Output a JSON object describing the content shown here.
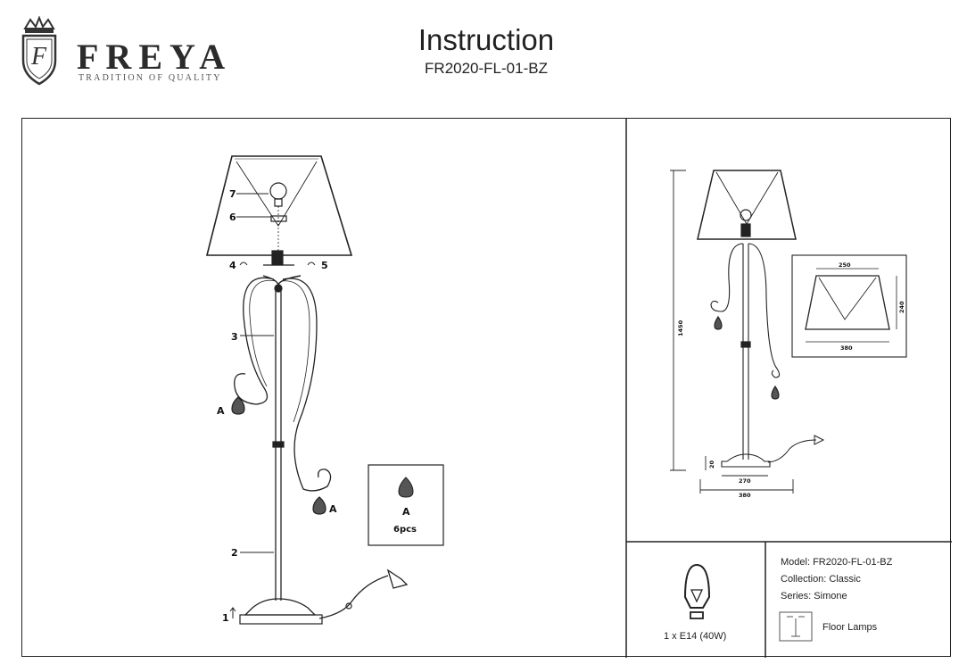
{
  "header": {
    "brand": "FREYA",
    "tagline": "TRADITION OF QUALITY",
    "logo_monogram": "F",
    "title": "Instruction",
    "model_code": "FR2020-FL-01-BZ"
  },
  "assembly": {
    "part_labels": [
      "1",
      "2",
      "3",
      "4",
      "5",
      "6",
      "7"
    ],
    "crystal_label": "A",
    "crystal_box": {
      "label": "A",
      "count": "6pcs"
    }
  },
  "dimensions": {
    "height": "1450",
    "base_height": "20",
    "base_width": "270",
    "overall_width": "380",
    "shade_top": "250",
    "shade_height": "240",
    "shade_bottom": "380"
  },
  "bulb": {
    "icon": "lightbulb-icon",
    "caption": "1 x E14 (40W)"
  },
  "product_info": {
    "model": "Model: FR2020-FL-01-BZ",
    "collection": "Collection: Classic",
    "series": "Series: Simone",
    "category": "Floor Lamps",
    "category_icon": "floor-lamp-icon"
  }
}
